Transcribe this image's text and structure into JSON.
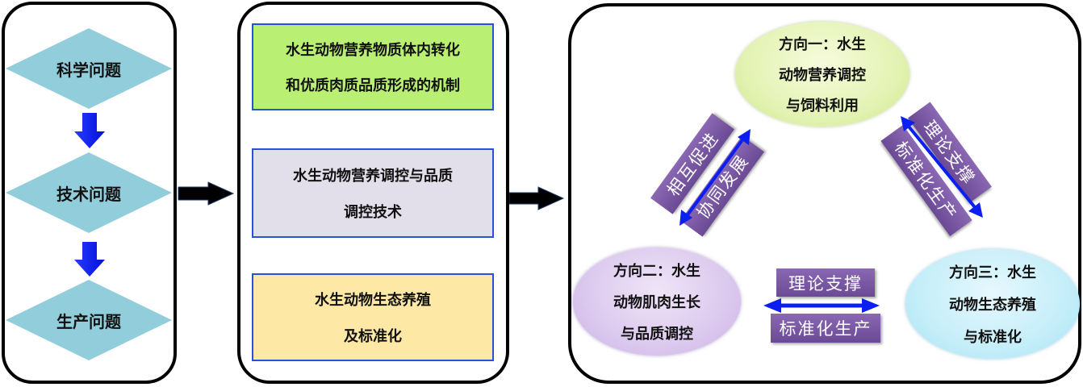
{
  "left_panel": {
    "diamonds": [
      {
        "label": "科学问题"
      },
      {
        "label": "技术问题"
      },
      {
        "label": "生产问题"
      }
    ],
    "diamond_color": "#92cddc",
    "down_arrow_color": "#0a1ff0"
  },
  "middle_panel": {
    "boxes": [
      {
        "lines": [
          "水生动物营养物质体内转化",
          "和优质肉质品质形成的机制"
        ],
        "color": "#b9ef72"
      },
      {
        "lines": [
          "水生动物营养调控与品质",
          "调控技术"
        ],
        "color": "#e3dfea"
      },
      {
        "lines": [
          "水生动物生态养殖",
          "及标准化"
        ],
        "color": "#fde8a6"
      }
    ],
    "arrow_color": "#e6a3a0"
  },
  "right_panel": {
    "directions": [
      {
        "lines": [
          "方向一：水生",
          "动物营养调控",
          "与饲料利用"
        ]
      },
      {
        "lines": [
          "方向二：水生",
          "动物肌肉生长",
          "与品质调控"
        ]
      },
      {
        "lines": [
          "方向三：水生",
          "动物生态养殖",
          "与标准化"
        ]
      }
    ],
    "links": {
      "left": {
        "upper": "相互促进",
        "lower": "协同发展"
      },
      "right": {
        "upper": "理论支撑",
        "lower": "标准化生产"
      },
      "bottom": {
        "upper": "理论支撑",
        "lower": "标准化生产"
      }
    },
    "tag_color": "#7a58a5",
    "arrow_color": "#0a1ff0"
  }
}
